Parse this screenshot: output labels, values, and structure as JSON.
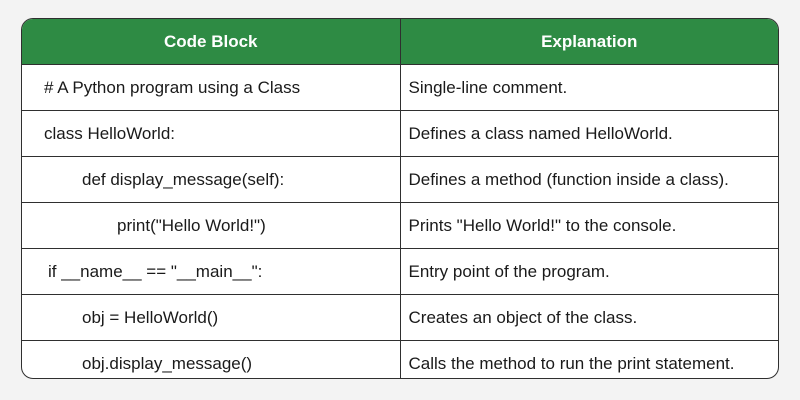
{
  "table": {
    "headers": [
      "Code Block",
      "Explanation"
    ],
    "rows": [
      {
        "code": "# A Python program using a Class",
        "explanation": "Single-line comment."
      },
      {
        "code": "class HelloWorld:",
        "explanation": "Defines a class named HelloWorld."
      },
      {
        "code": "def display_message(self):",
        "explanation": "Defines a method (function inside a class)."
      },
      {
        "code": "print(\"Hello World!\")",
        "explanation": "Prints \"Hello World!\" to the console."
      },
      {
        "code": "if __name__ == \"__main__\":",
        "explanation": "Entry point of the program."
      },
      {
        "code": "obj = HelloWorld()",
        "explanation": "Creates an object of the class."
      },
      {
        "code": "obj.display_message()",
        "explanation": "Calls the method to run the print statement."
      }
    ]
  },
  "colors": {
    "header_bg": "#2e8b44",
    "header_text": "#ffffff",
    "border": "#2f2f2f",
    "page_bg": "#f3f3f3"
  }
}
